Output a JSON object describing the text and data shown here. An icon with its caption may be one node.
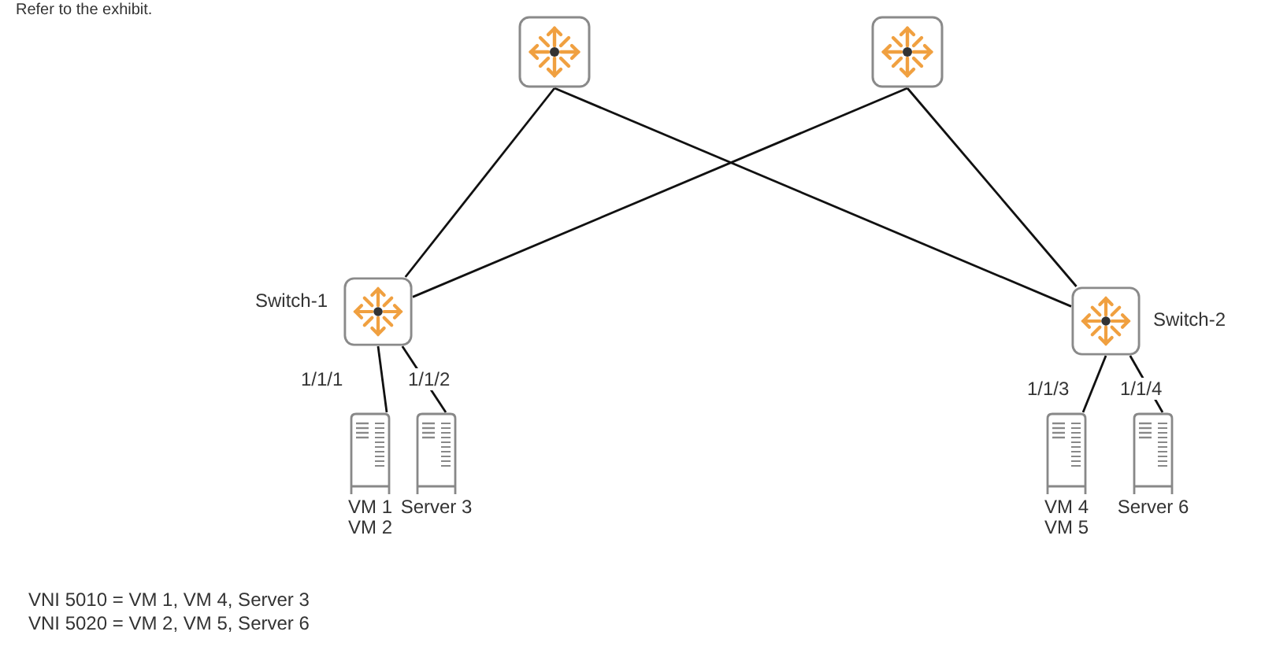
{
  "diagram": {
    "nodes": [
      {
        "text": [],
        "shape": "box"
      },
      {
        "text": [],
        "shape": "box"
      },
      {
        "text": [
          "Switch-1"
        ]
      },
      {
        "text": [
          "Switch-2"
        ]
      },
      {
        "text": [
          "VM 1",
          "VM 2"
        ]
      },
      {
        "text": [
          "Server 3"
        ]
      },
      {
        "text": [
          "VM 4",
          "VM 5"
        ]
      },
      {
        "text": [
          "Server 6"
        ]
      }
    ],
    "edges": [
      {
        "from": 0,
        "to": 2,
        "arrow": "none"
      },
      {
        "from": 0,
        "to": 3,
        "arrow": "none"
      },
      {
        "from": 1,
        "to": 2,
        "arrow": "none"
      },
      {
        "from": 1,
        "to": 3,
        "arrow": "none"
      },
      {
        "from": 2,
        "to": 4,
        "label": "1/1/1",
        "arrow": "none"
      },
      {
        "from": 2,
        "to": 5,
        "label": "1/1/2",
        "arrow": "none"
      },
      {
        "from": 3,
        "to": 6,
        "label": "1/1/3",
        "arrow": "none"
      },
      {
        "from": 3,
        "to": 7,
        "label": "1/1/4",
        "arrow": "none"
      }
    ],
    "labels": [
      "Refer to the exhibit.",
      "VNI 5010 = VM 1, VM 4, Server 3",
      "VNI 5020 = VM 2, VM 5, Server 6"
    ]
  }
}
